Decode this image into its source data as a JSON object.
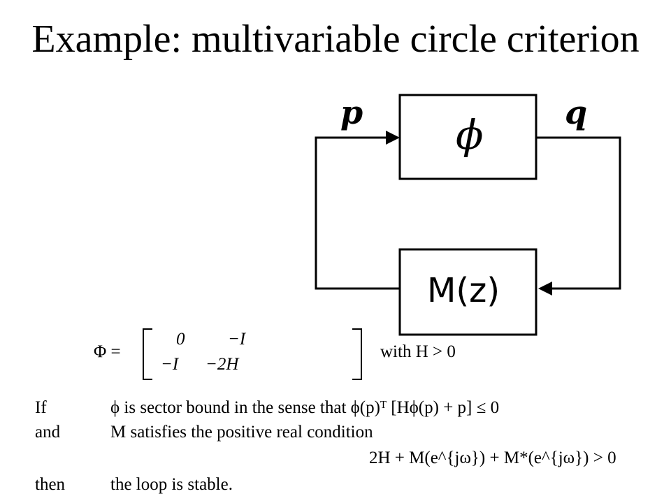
{
  "title": "Example: multivariable circle criterion",
  "diagram": {
    "signal_p": "p",
    "signal_q": "q",
    "block_top": "ϕ",
    "block_bottom": "M(z)"
  },
  "equation": {
    "lhs": "Φ =",
    "matrix": [
      [
        "0",
        "−I"
      ],
      [
        "−I",
        "−2H"
      ]
    ],
    "with_text": "with H > 0"
  },
  "conditions": [
    {
      "keyword": "If",
      "text": "ϕ is sector bound in the sense that ϕ(p)ᵀ [Hϕ(p) + p] ≤ 0"
    },
    {
      "keyword": "and",
      "text": "M satisfies the positive real condition"
    },
    {
      "keyword": "",
      "text": "2H + M(e^{jω}) + M*(e^{jω}) > 0"
    },
    {
      "keyword": "then",
      "text": "the loop is stable."
    }
  ]
}
